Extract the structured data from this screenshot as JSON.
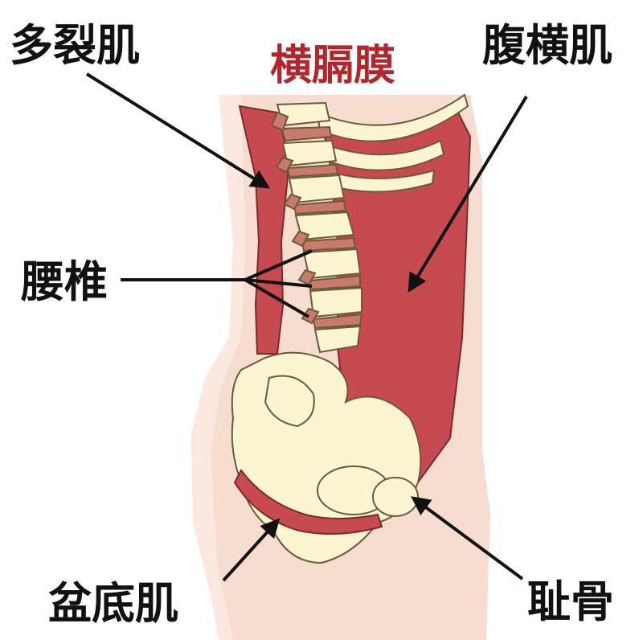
{
  "labels": {
    "multifidus": "多裂肌",
    "diaphragm": "横膈膜",
    "transversus_abdominis": "腹横肌",
    "lumbar_vertebrae": "腰椎",
    "pelvic_floor": "盆底肌",
    "pubic_bone": "耻骨"
  },
  "colors": {
    "muscle": "#c64a4f",
    "muscle_dark": "#a8383d",
    "bone": "#fbf5d2",
    "bone_outline": "#6b5a3a",
    "skin": "#f7dcd0",
    "skin_light": "#fbe9e0",
    "arrow": "#111111",
    "title_red": "#b3262c"
  }
}
